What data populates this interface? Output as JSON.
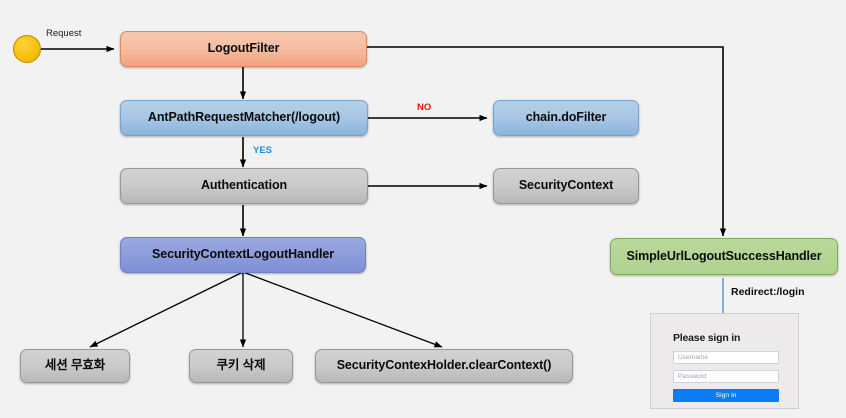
{
  "diagram": {
    "background_color": "#f2f2f2",
    "start": {
      "name": "start-node",
      "color": "#f9c412"
    },
    "nodes": [
      {
        "id": "logout-filter",
        "label": "LogoutFilter",
        "color": "#f0a280",
        "style": "orange"
      },
      {
        "id": "ant-path-request-matcher",
        "label": "AntPathRequestMatcher(/logout)",
        "color": "#8cb4dc",
        "style": "blue"
      },
      {
        "id": "chain-dofilter",
        "label": "chain.doFilter",
        "color": "#8cb4dc",
        "style": "blue"
      },
      {
        "id": "authentication",
        "label": "Authentication",
        "color": "#b9b9b9",
        "style": "gray"
      },
      {
        "id": "security-context",
        "label": "SecurityContext",
        "color": "#b9b9b9",
        "style": "gray"
      },
      {
        "id": "security-context-logout-handler",
        "label": "SecurityContextLogoutHandler",
        "color": "#7d8ed6",
        "style": "purple"
      },
      {
        "id": "simple-url-logout-success-handler",
        "label": "SimpleUrlLogoutSuccessHandler",
        "color": "#aed290",
        "style": "green"
      },
      {
        "id": "session-invalidate",
        "label": "세션 무효화",
        "color": "#b9b9b9",
        "style": "gray"
      },
      {
        "id": "cookie-delete",
        "label": "쿠키 삭제",
        "color": "#b9b9b9",
        "style": "gray"
      },
      {
        "id": "clear-context",
        "label": "SecurityContexHolder.clearContext()",
        "color": "#b9b9b9",
        "style": "gray"
      }
    ],
    "edge_labels": {
      "request": "Request",
      "no": "NO",
      "yes": "YES",
      "redirect": "Redirect:/login"
    },
    "colors": {
      "no_label": "#e8100f",
      "yes_label": "#1b8de2",
      "redirect_line": "#7ba7d7",
      "arrow": "#000000"
    }
  },
  "login_form": {
    "title": "Please sign in",
    "username_placeholder": "Username",
    "password_placeholder": "Password",
    "submit_label": "Sign in",
    "submit_color": "#0b7bf7"
  }
}
